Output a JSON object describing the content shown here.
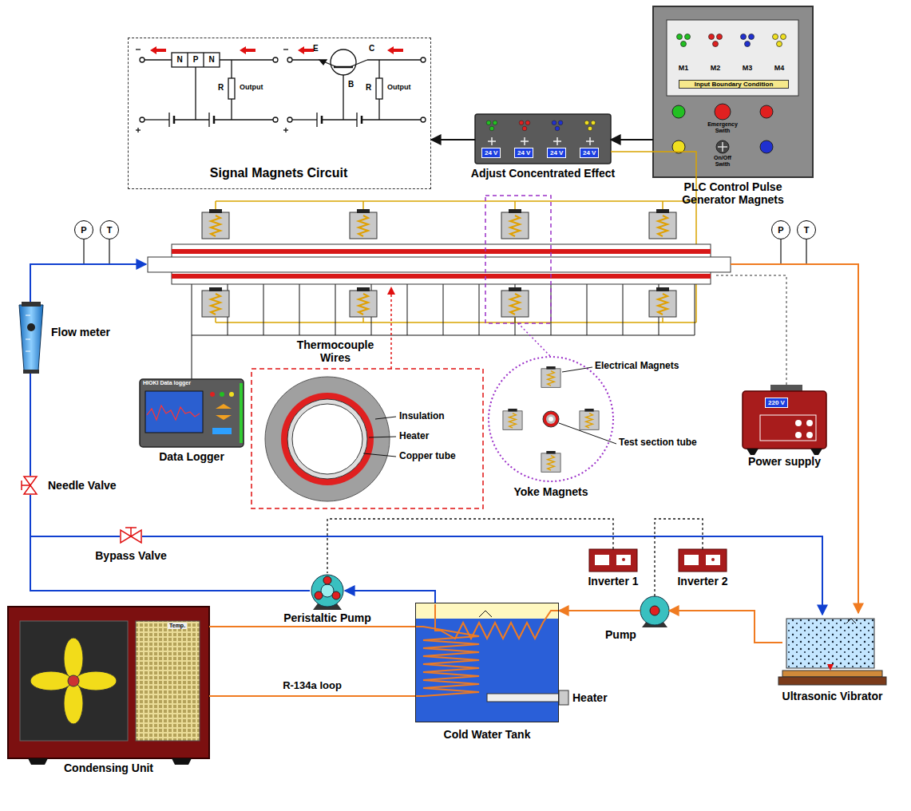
{
  "diagram": {
    "nodes": [
      {
        "text": [
          "Signal Magnets Circuit"
        ]
      },
      {
        "text": [
          "24 V",
          "24 V",
          "24 V",
          "24 V",
          "Adjust Concentrated Effect"
        ]
      },
      {
        "text": [
          "M1",
          "M2",
          "M3",
          "M4",
          "Input Boundary Condition",
          "Emergency Swith",
          "On/Off Swith",
          "PLC Control Pulse Generator Magnets"
        ]
      },
      {
        "text": [
          "P"
        ]
      },
      {
        "text": [
          "T"
        ]
      },
      {
        "text": [
          "P"
        ]
      },
      {
        "text": [
          "T"
        ]
      },
      {
        "text": [
          "Flow meter"
        ]
      },
      {
        "text": [
          "HIOKI Data logger",
          "Data Logger"
        ]
      },
      {
        "text": [
          "Needle Valve"
        ]
      },
      {
        "text": [
          "Bypass Valve"
        ]
      },
      {
        "text": [
          "220 V",
          "Power supply"
        ]
      },
      {
        "text": [
          "Inverter 1"
        ]
      },
      {
        "text": [
          "Inverter 2"
        ]
      },
      {
        "text": [
          "Peristaltic Pump"
        ]
      },
      {
        "text": [
          "Pump"
        ]
      },
      {
        "text": [
          "Cold Water Tank"
        ]
      },
      {
        "text": [
          "Temp.",
          "Condensing Unit"
        ]
      },
      {
        "text": [
          "Ultrasonic Vibrator"
        ]
      }
    ],
    "edges": [
      {
        "from": 2,
        "to": 1,
        "arrow": "to"
      },
      {
        "from": 1,
        "to": 0,
        "arrow": "to"
      },
      {
        "from": 16,
        "to": 14,
        "arrow": "to"
      },
      {
        "from": 14,
        "to": 9,
        "arrow": "none"
      },
      {
        "from": 14,
        "to": 10,
        "arrow": "none"
      },
      {
        "from": 10,
        "to": 18,
        "arrow": "to"
      },
      {
        "from": 9,
        "to": 7,
        "arrow": "none"
      },
      {
        "from": 18,
        "to": 15,
        "arrow": "to"
      },
      {
        "from": 15,
        "to": 16,
        "arrow": "to"
      },
      {
        "from": 17,
        "to": 16,
        "arrow": "none"
      },
      {
        "from": 17,
        "to": 16,
        "label": "R-134a loop",
        "arrow": "none"
      },
      {
        "from": 12,
        "to": 14,
        "arrow": "none"
      },
      {
        "from": 13,
        "to": 15,
        "arrow": "none"
      }
    ],
    "labels": [
      "N",
      "P",
      "N",
      "R",
      "Output",
      "E",
      "C",
      "B",
      "R",
      "Output",
      "Thermocouple Wires",
      "Insulation",
      "Heater",
      "Copper tube",
      "Electrical Magnets",
      "Test section tube",
      "Yoke Magnets",
      "Heater"
    ]
  }
}
